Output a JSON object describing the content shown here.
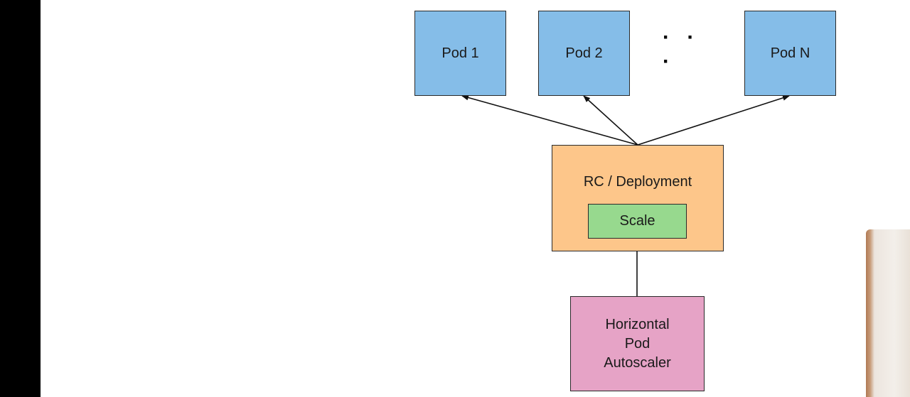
{
  "diagram": {
    "pods": [
      {
        "label": "Pod 1"
      },
      {
        "label": "Pod 2"
      },
      {
        "label": "Pod N"
      }
    ],
    "ellipsis": "· · ·",
    "controller": {
      "label": "RC / Deployment"
    },
    "scale": {
      "label": "Scale"
    },
    "autoscaler": {
      "lines": [
        "Horizontal",
        "Pod",
        "Autoscaler"
      ]
    }
  },
  "colors": {
    "pod_fill": "#85bde8",
    "controller_fill": "#fdc68a",
    "scale_fill": "#97d98e",
    "autoscaler_fill": "#e6a3c6",
    "border": "#2a2a2a"
  }
}
